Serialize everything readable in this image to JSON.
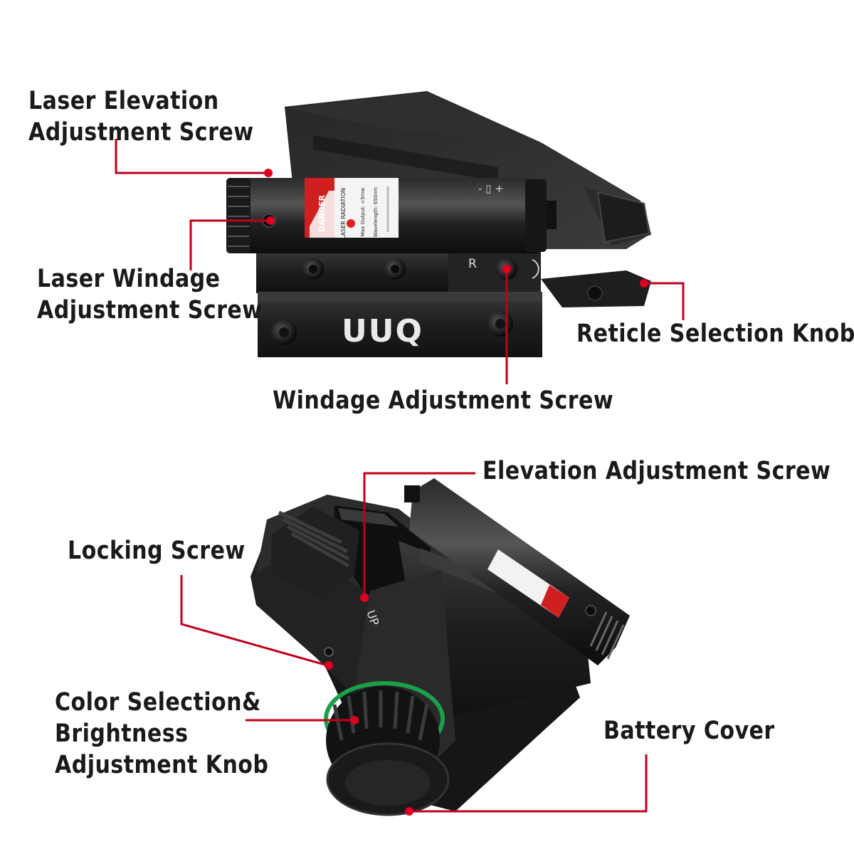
{
  "diagram": {
    "top_view": {
      "brand_logo": "UUQ",
      "rail_mark": "R",
      "laser_label_lines": [
        "DANGER",
        "LASER RADIATION",
        "Max Output: <5mw",
        "Wavelength: 650nm"
      ],
      "battery_marks": "- ▯ +",
      "labels": {
        "laser_elevation": [
          "Laser Elevation",
          "Adjustment Screw"
        ],
        "laser_windage": [
          "Laser Windage",
          "Adjustment Screw"
        ],
        "reticle_selection": "Reticle Selection Knob",
        "windage": "Windage Adjustment Screw"
      }
    },
    "bottom_view": {
      "up_mark": "UP",
      "labels": {
        "elevation": "Elevation Adjustment Screw",
        "locking": "Locking Screw",
        "color_brightness": [
          "Color Selection&",
          "Brightness",
          "Adjustment Knob"
        ],
        "battery_cover": "Battery Cover"
      }
    },
    "colors": {
      "leader_line": "#c0001a",
      "leader_dot": "#e00020",
      "body_dark": "#1b1b1b",
      "body_mid": "#2e2e2e",
      "label_text": "#1a1a1a",
      "warning_red": "#d01f1f",
      "green_ring": "#1aa04a"
    }
  }
}
